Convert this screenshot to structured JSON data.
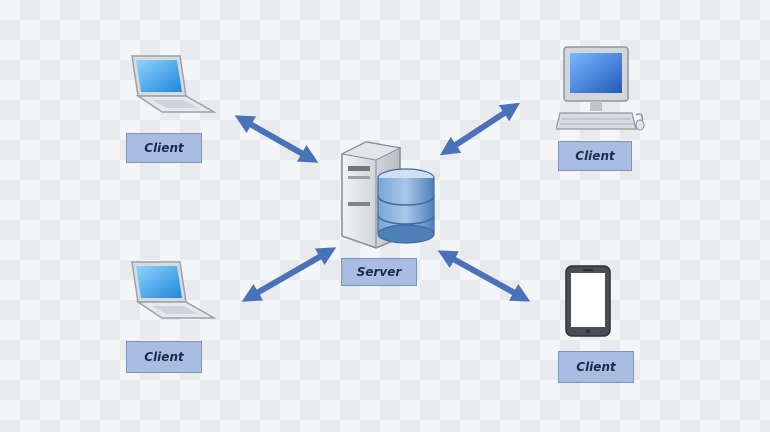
{
  "diagram": {
    "colors": {
      "arrow": "#4a72b8",
      "label_bg": "#a9bde3"
    },
    "server": {
      "label": "Server",
      "icon": "server-database-icon"
    },
    "clients": [
      {
        "label": "Client",
        "icon": "laptop-icon"
      },
      {
        "label": "Client",
        "icon": "desktop-computer-icon"
      },
      {
        "label": "Client",
        "icon": "laptop-icon"
      },
      {
        "label": "Client",
        "icon": "tablet-icon"
      }
    ]
  }
}
